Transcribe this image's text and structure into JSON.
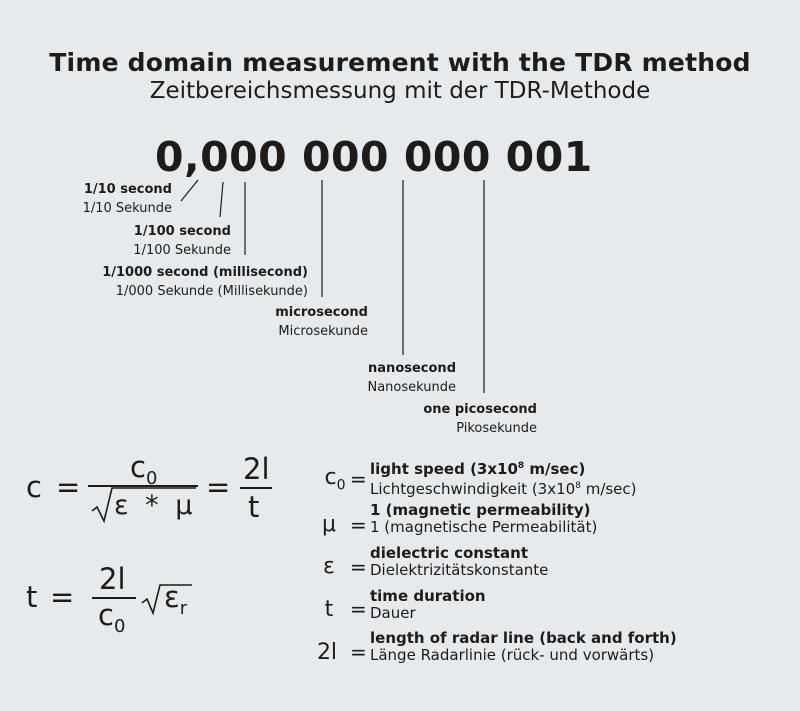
{
  "title": {
    "en": "Time domain measurement with the TDR method",
    "de": "Zeitbereichsmessung mit der TDR-Methode"
  },
  "big_number": "0,000 000 000 001",
  "units": [
    {
      "en": "1/10 second",
      "de": "1/10 Sekunde"
    },
    {
      "en": "1/100 second",
      "de": "1/100 Sekunde"
    },
    {
      "en": "1/1000 second (millisecond)",
      "de": "1/000 Sekunde (Millisekunde)"
    },
    {
      "en": "microsecond",
      "de": "Microsekunde"
    },
    {
      "en": "nanosecond",
      "de": "Nanosekunde"
    },
    {
      "en": "one picosecond",
      "de": "Pikosekunde"
    }
  ],
  "formulas": {
    "c": {
      "lhs": "c",
      "eq": "=",
      "num": "c",
      "num_sub": "0",
      "den": "ε * μ",
      "eq2": "=",
      "num2": "2l",
      "den2": "t"
    },
    "t": {
      "lhs": "t",
      "eq": "=",
      "num": "2l",
      "den": "c",
      "den_sub": "0",
      "root": "ε",
      "root_sub": "r"
    }
  },
  "definitions": [
    {
      "sym": "c",
      "sym_sub": "0",
      "eq": "=",
      "en_pre": "light speed (3x10",
      "en_sup": "8",
      "en_post": " m/sec)",
      "de_pre": "Lichtgeschwindigkeit (3x10",
      "de_sup": "8",
      "de_post": " m/sec)"
    },
    {
      "sym": "μ",
      "eq": "=",
      "en": "1 (magnetic permeability)",
      "de": "1 (magnetische Permeabilität)"
    },
    {
      "sym": "ε",
      "eq": "=",
      "en": "dielectric constant",
      "de": "Dielektrizitätskonstante"
    },
    {
      "sym": "t",
      "eq": "=",
      "en": "time duration",
      "de": "Dauer"
    },
    {
      "sym": "2l",
      "eq": "=",
      "en": "length of radar line (back and forth)",
      "de": "Länge Radarlinie (rück- und vorwärts)"
    }
  ]
}
